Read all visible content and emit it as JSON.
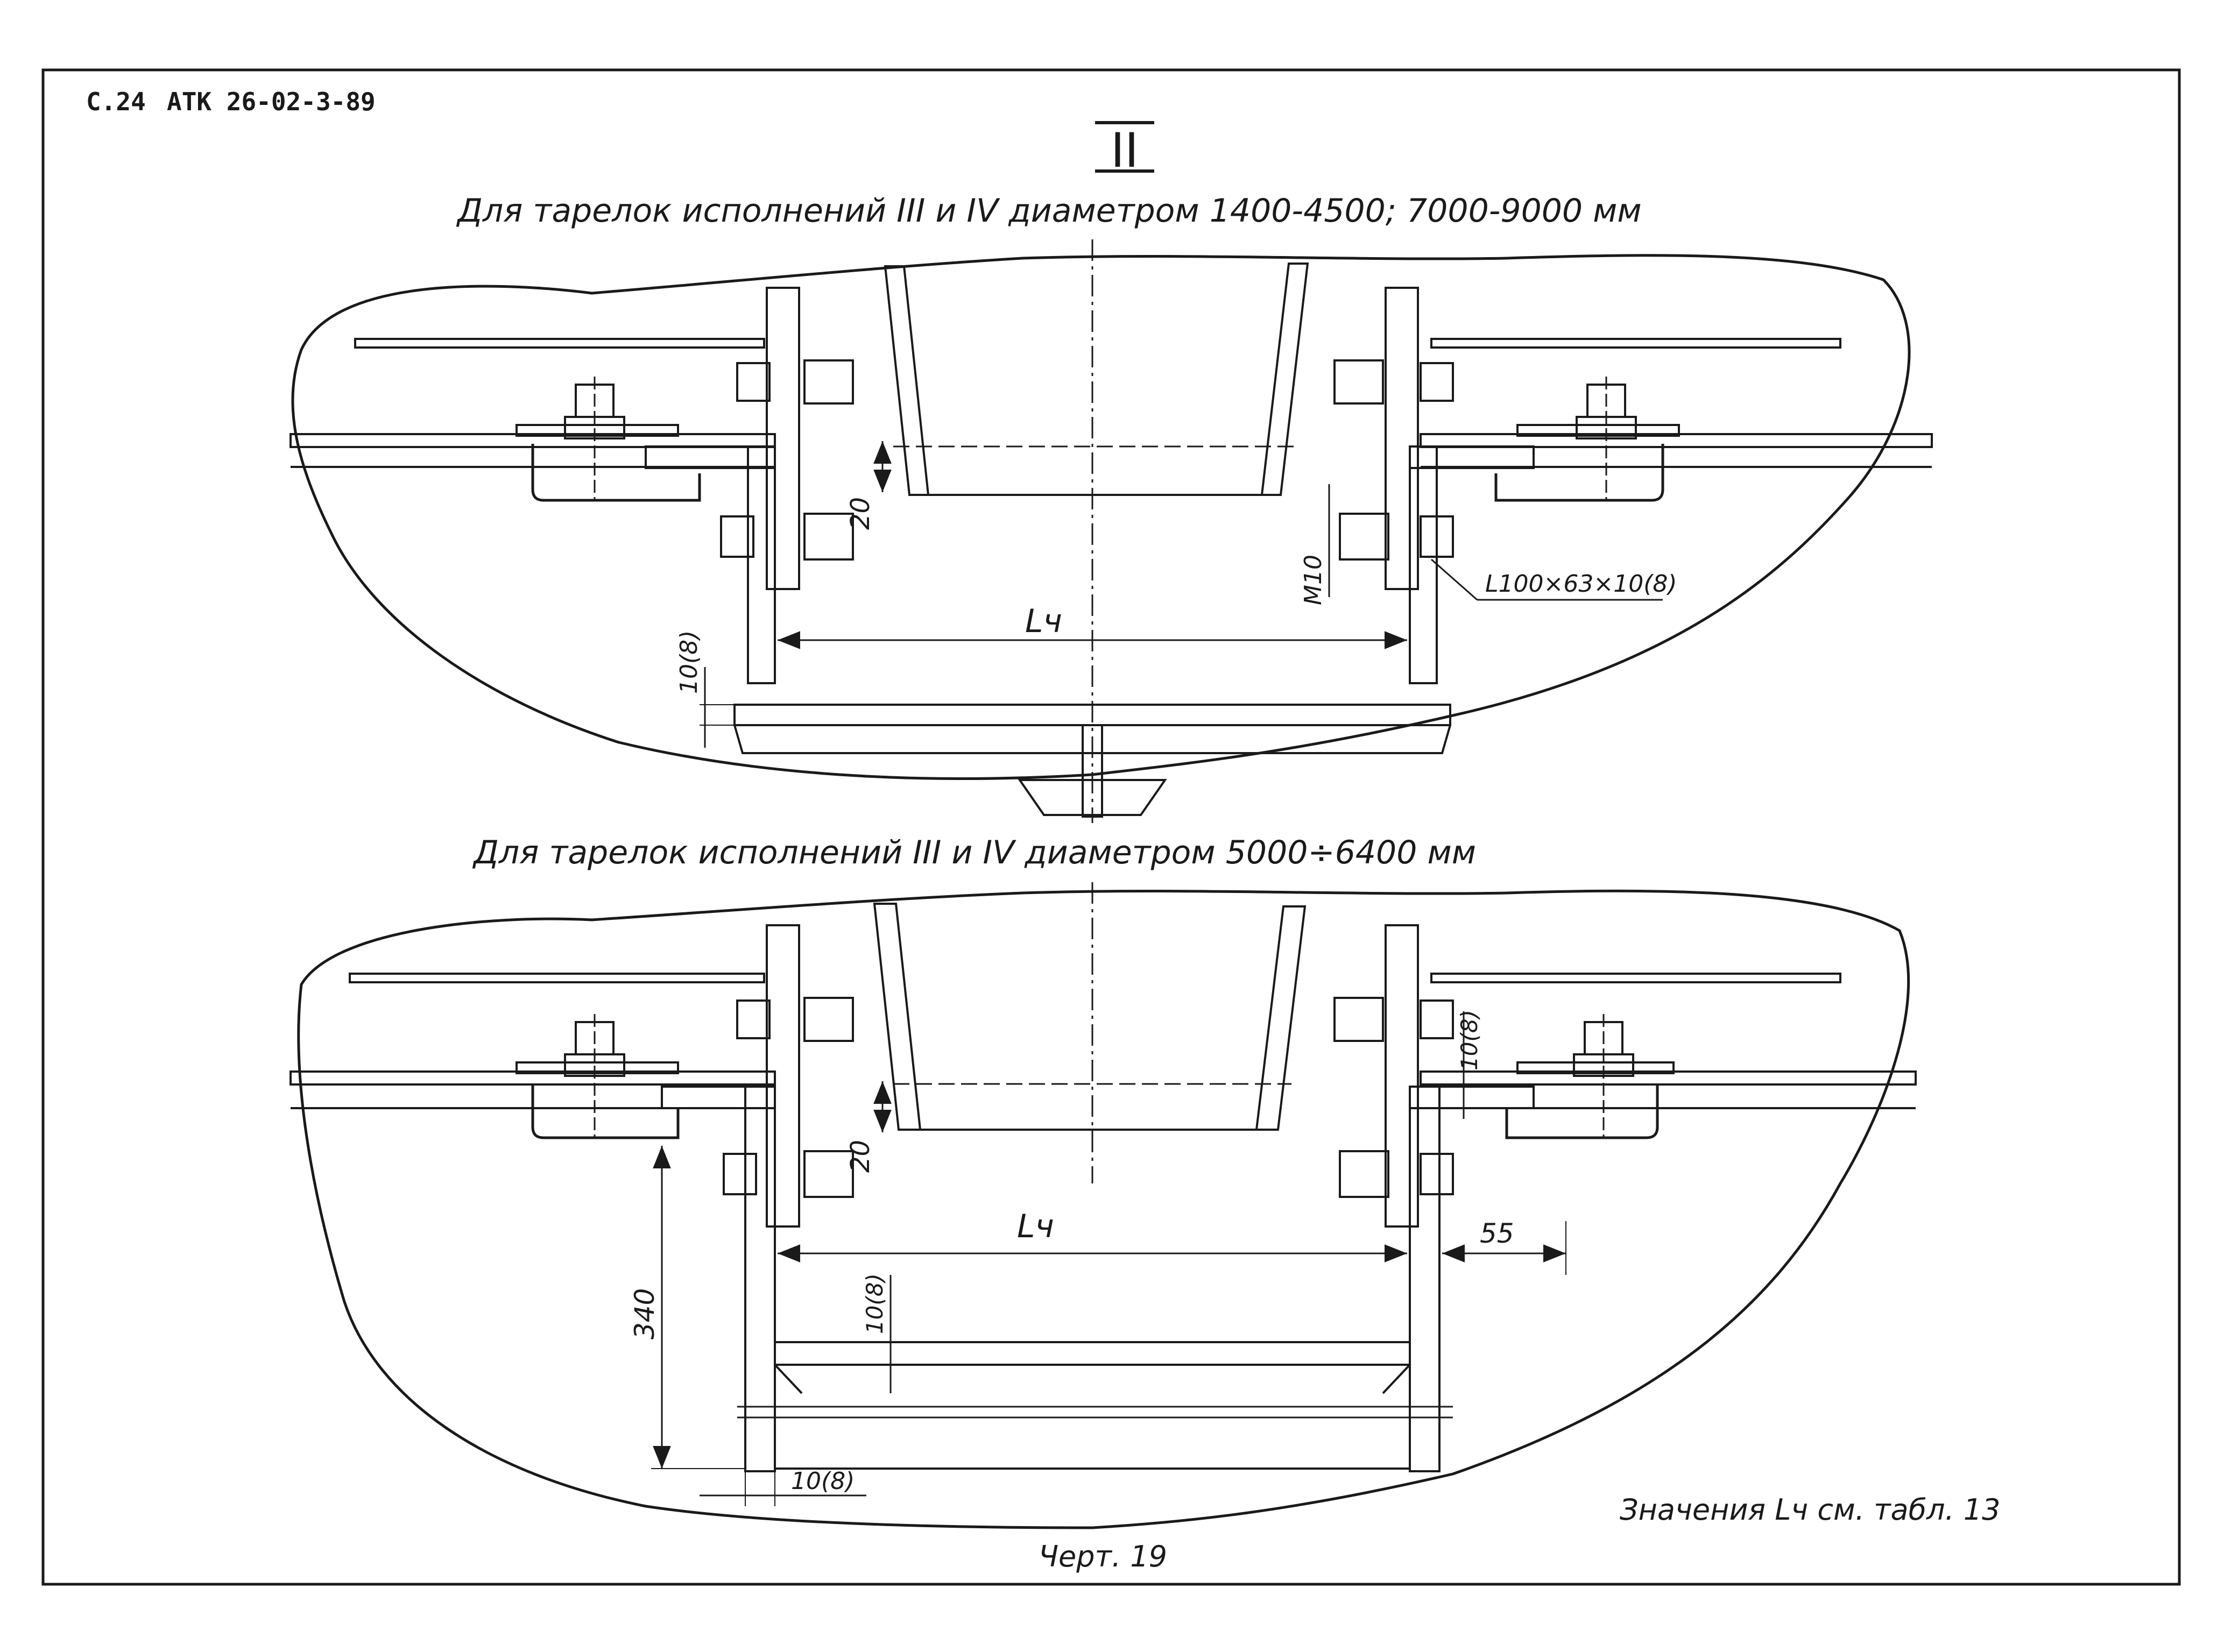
{
  "header": {
    "page_ref": "С.24",
    "doc_code": "АТК 26-02-3-89"
  },
  "view_label": "II",
  "upper_view": {
    "caption": "Для тарелок исполнений III и IV диаметром 1400-4500; 7000-9000 мм",
    "dims": {
      "gap_20": "20",
      "length": "Lч",
      "thickness": "10(8)",
      "bolt": "М10",
      "angle": "L100×63×10(8)"
    }
  },
  "lower_view": {
    "caption": "Для тарелок исполнений III и IV диаметром 5000÷6400 мм",
    "dims": {
      "gap_20": "20",
      "length": "Lч",
      "thickness_right": "10(8)",
      "offset_55": "55",
      "height_340": "340",
      "thickness_inner": "10(8)",
      "thickness_bottom": "10(8)"
    }
  },
  "note": "Значения Lч см. табл. 13",
  "figure_label": "Черт. 19"
}
